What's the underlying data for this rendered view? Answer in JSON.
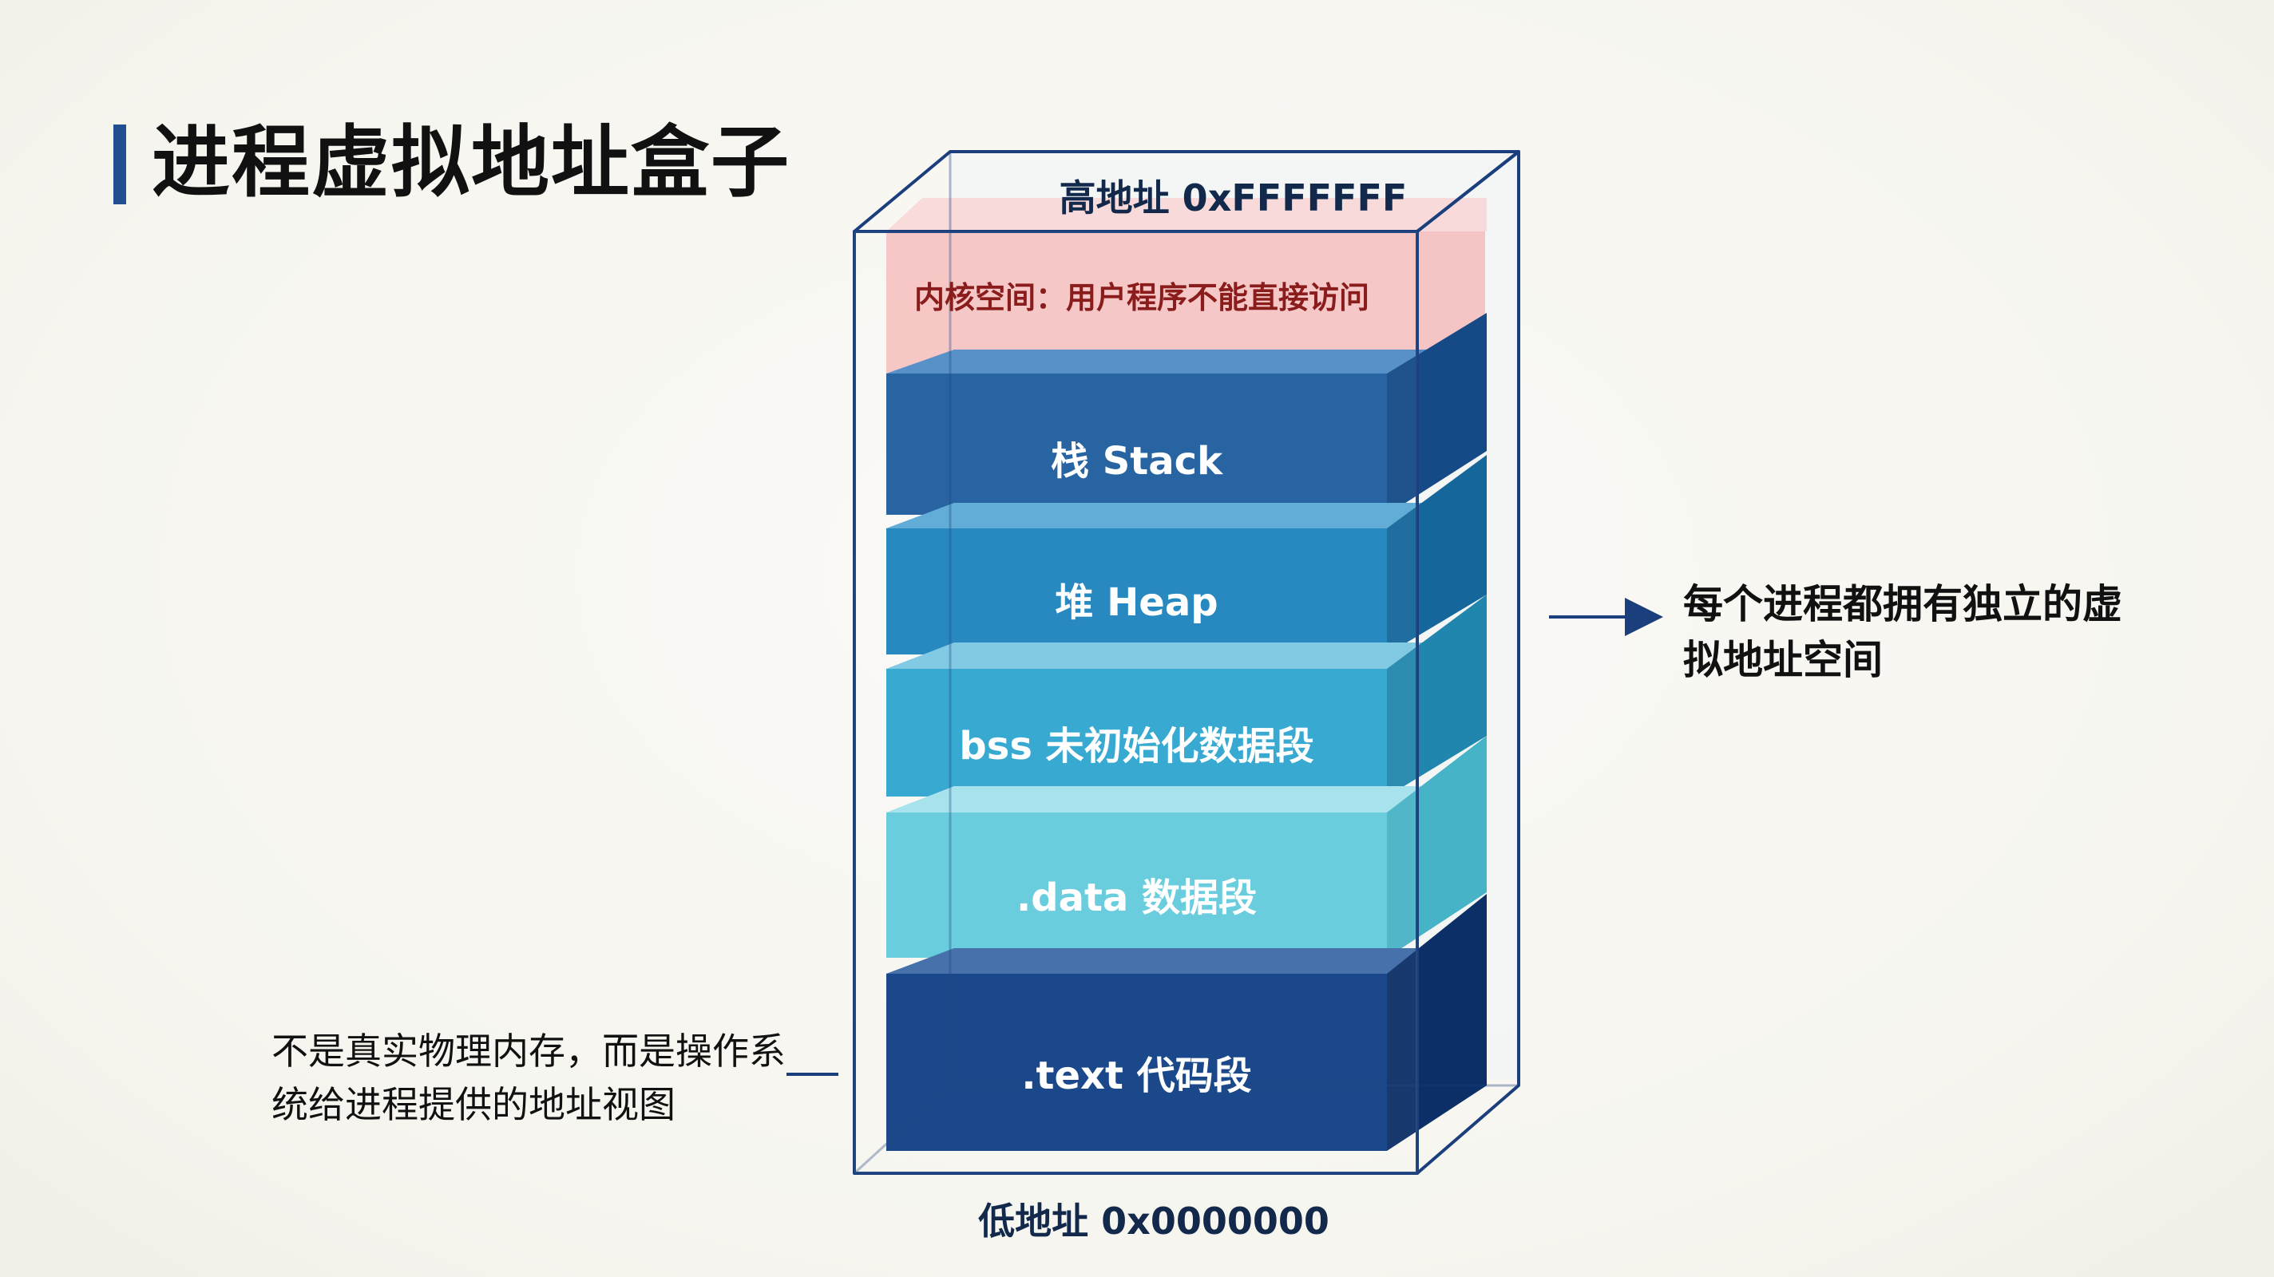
{
  "title": "进程虚拟地址盒子",
  "box": {
    "high_address": "高地址 0xFFFFFFF",
    "low_address": "低地址 0x0000000",
    "kernel_space": "内核空间：用户程序不能直接访问",
    "layers": [
      {
        "label": "栈 Stack",
        "color": "#1d5c9e"
      },
      {
        "label": "堆 Heap",
        "color": "#1c83bd"
      },
      {
        "label": "bss 未初始化数据段",
        "color": "#2ea5cf"
      },
      {
        "label": ".data 数据段",
        "color": "#62cbdd"
      },
      {
        "label": ".text 代码段",
        "color": "#0f3f84"
      }
    ]
  },
  "notes": {
    "right": "每个进程都拥有独立的虚拟地址空间",
    "left": "不是真实物理内存，而是操作系统给进程提供的地址视图"
  },
  "colors": {
    "frame": "#1b3f7c",
    "kernel_fill": "#f6b3b3",
    "accent": "#1f4f8f"
  }
}
